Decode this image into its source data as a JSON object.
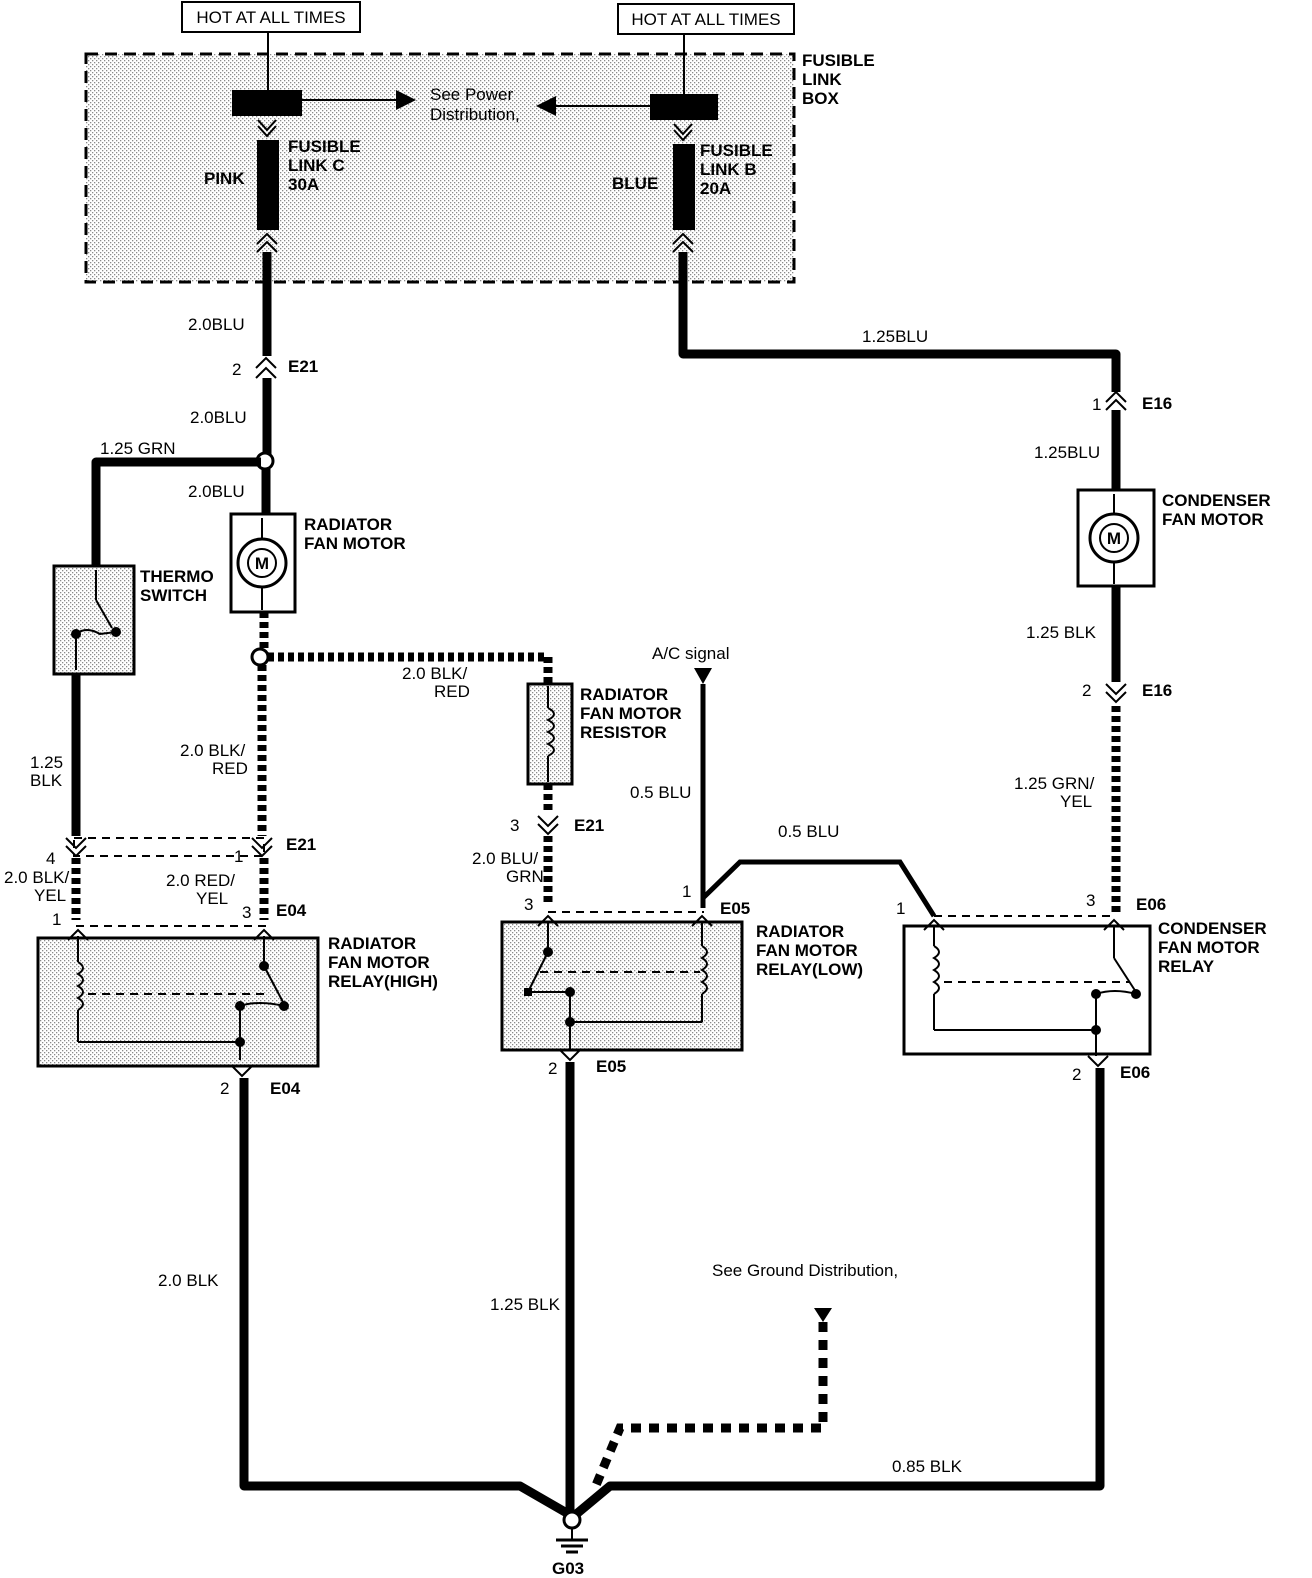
{
  "hot_labels": {
    "left": "HOT AT ALL TIMES",
    "right": "HOT AT ALL TIMES"
  },
  "fusible_link_box": {
    "line1": "FUSIBLE",
    "line2": "LINK",
    "line3": "BOX"
  },
  "power_dist": {
    "line1": "See Power",
    "line2": "Distribution,"
  },
  "fusible_c": {
    "line1": "FUSIBLE",
    "line2": "LINK C",
    "line3": "30A",
    "color": "PINK"
  },
  "fusible_b": {
    "line1": "FUSIBLE",
    "line2": "LINK B",
    "line3": "20A",
    "color": "BLUE"
  },
  "wires": {
    "w_20blu_a": "2.0BLU",
    "w_20blu_b": "2.0BLU",
    "w_20blu_c": "2.0BLU",
    "w_125grn": "1.25 GRN",
    "w_125blu_top": "1.25BLU",
    "w_125blu_cond": "1.25BLU",
    "w_125blk_cond": "1.25 BLK",
    "w_125grnyel_1": "1.25 GRN/",
    "w_125grnyel_2": "YEL",
    "w_20blkred_h1": "2.0 BLK/",
    "w_20blkred_h2": "RED",
    "w_20blkred_v1": "2.0 BLK/",
    "w_20blkred_v2": "RED",
    "w_125blk_1": "1.25",
    "w_125blk_2": "BLK",
    "w_20blkyel_1": "2.0 BLK/",
    "w_20blkyel_2": "YEL",
    "w_20redyel_1": "2.0 RED/",
    "w_20redyel_2": "YEL",
    "w_20blugrn_1": "2.0 BLU/",
    "w_20blugrn_2": "GRN",
    "w_05blu_a": "0.5 BLU",
    "w_05blu_b": "0.5 BLU",
    "w_20blk": "2.0 BLK",
    "w_125blk_gnd": "1.25 BLK",
    "w_085blk": "0.85 BLK"
  },
  "connectors": {
    "e21_top": "E21",
    "e21_top_pin": "2",
    "e16_top": "E16",
    "e16_top_pin": "1",
    "e16_bot": "E16",
    "e16_bot_pin": "2",
    "e21_res": "E21",
    "e21_res_pin": "3",
    "e21_left": "E21",
    "e21_left_pin4": "4",
    "e21_left_pin1": "1",
    "e04_top": "E04",
    "e04_pin1": "1",
    "e04_pin3": "3",
    "e04_bot": "E04",
    "e04_bot_pin": "2",
    "e05_top": "E05",
    "e05_pin3": "3",
    "e05_pin1": "1",
    "e05_bot": "E05",
    "e05_bot_pin": "2",
    "e06_top": "E06",
    "e06_pin1": "1",
    "e06_pin3": "3",
    "e06_bot": "E06",
    "e06_bot_pin": "2"
  },
  "components": {
    "rad_motor": {
      "line1": "RADIATOR",
      "line2": "FAN MOTOR",
      "symbol": "M"
    },
    "cond_motor": {
      "line1": "CONDENSER",
      "line2": "FAN MOTOR",
      "symbol": "M"
    },
    "thermo": {
      "line1": "THERMO",
      "line2": "SWITCH"
    },
    "resistor": {
      "line1": "RADIATOR",
      "line2": "FAN MOTOR",
      "line3": "RESISTOR"
    },
    "relay_high": {
      "line1": "RADIATOR",
      "line2": "FAN MOTOR",
      "line3": "RELAY(HIGH)"
    },
    "relay_low": {
      "line1": "RADIATOR",
      "line2": "FAN MOTOR",
      "line3": "RELAY(LOW)"
    },
    "relay_cond": {
      "line1": "CONDENSER",
      "line2": "FAN MOTOR",
      "line3": "RELAY"
    }
  },
  "ac_signal": "A/C signal",
  "ground_dist": "See Ground Distribution,",
  "ground": "G03"
}
